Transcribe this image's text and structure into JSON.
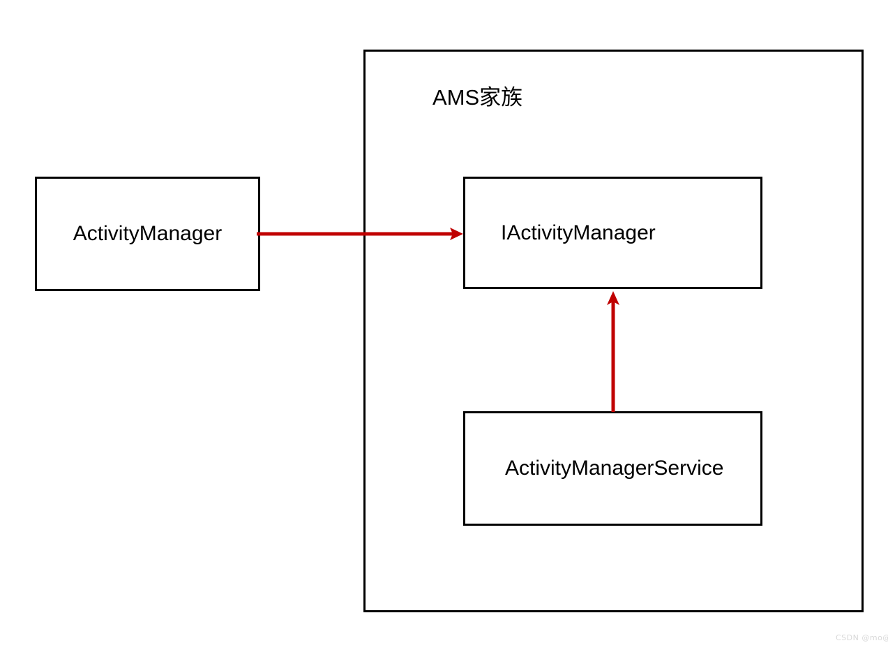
{
  "diagram": {
    "title": "AMS家族",
    "background_color": "#ffffff",
    "stroke_color": "#000000",
    "arrow_color": "#c00000",
    "group": {
      "label": "AMS家族"
    },
    "nodes": [
      {
        "id": "activity-manager",
        "label": "ActivityManager"
      },
      {
        "id": "iactivity-manager",
        "label": "IActivityManager"
      },
      {
        "id": "activity-manager-service",
        "label": "ActivityManagerService"
      }
    ],
    "edges": [
      {
        "from": "ActivityManager",
        "to": "IActivityManager",
        "direction": "right"
      },
      {
        "from": "ActivityManagerService",
        "to": "IActivityManager",
        "direction": "up"
      }
    ]
  },
  "watermark": {
    "text": "CSDN @mo@"
  }
}
